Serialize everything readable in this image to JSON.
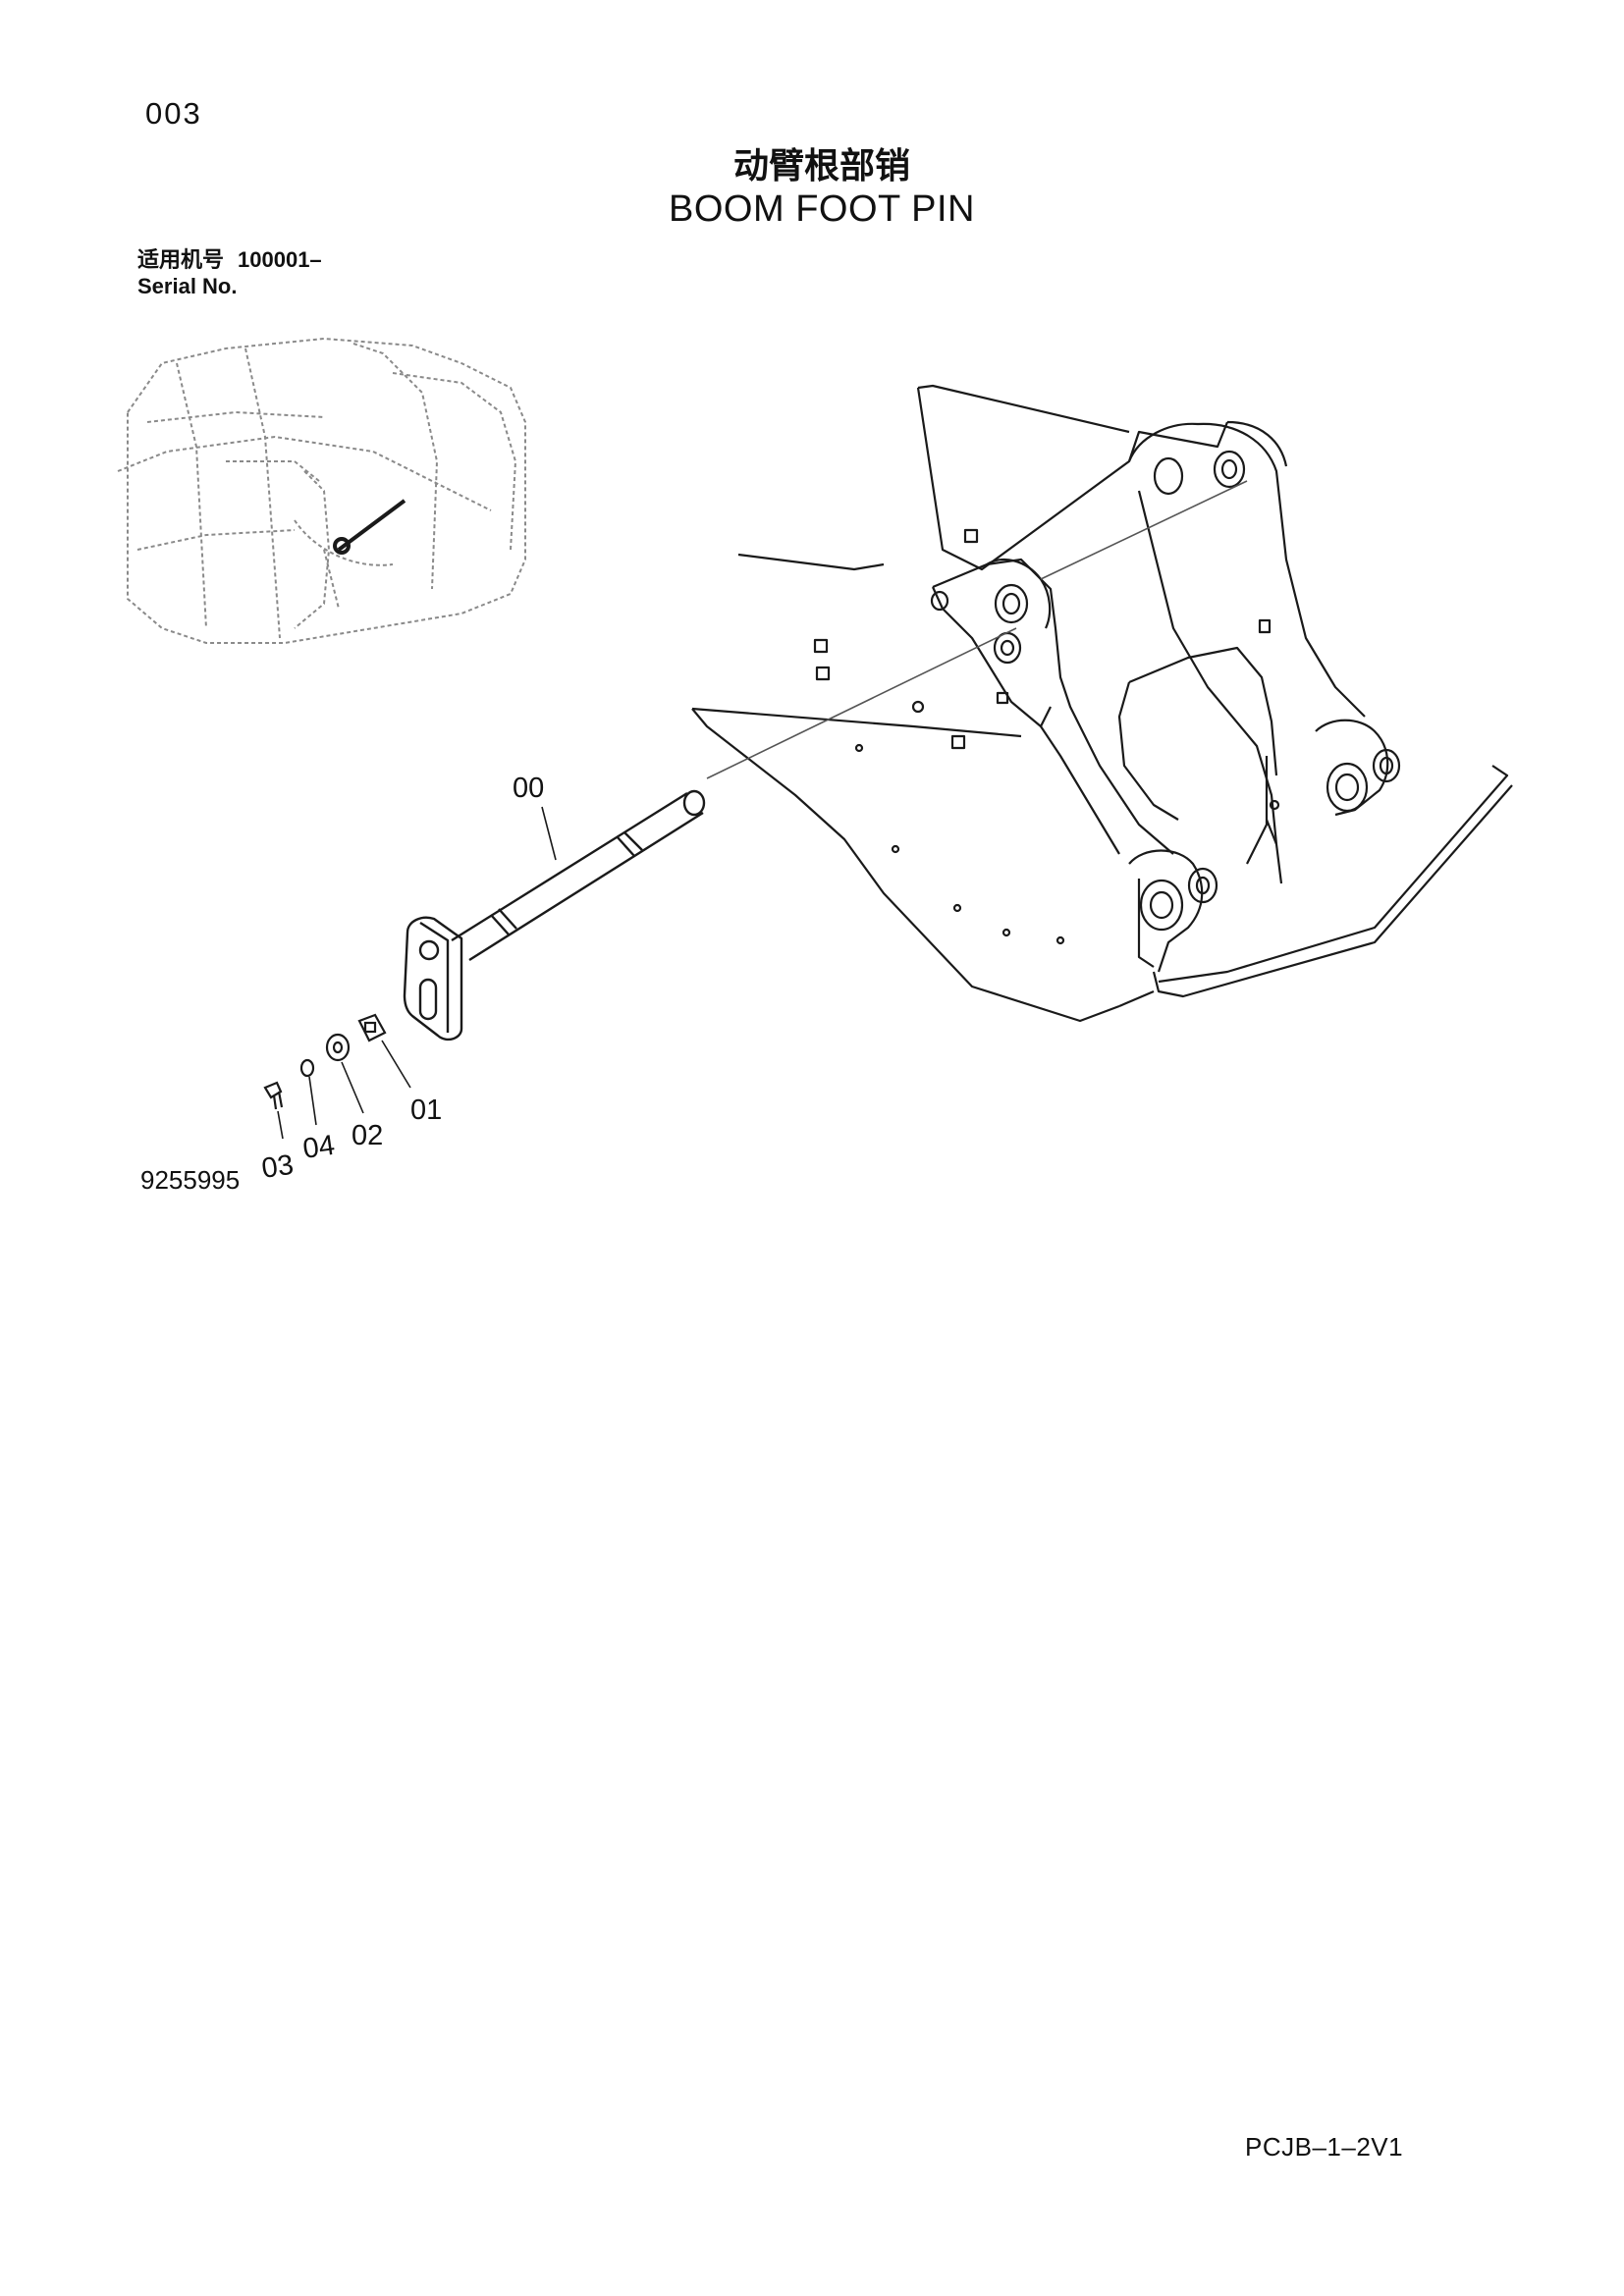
{
  "header": {
    "page_number": "003",
    "title_cn": "动臂根部销",
    "title_en": "BOOM FOOT PIN"
  },
  "serial": {
    "label_cn": "适用机号",
    "range": "100001–",
    "label_en": "Serial No."
  },
  "diagram": {
    "callouts": [
      "00",
      "01",
      "02",
      "03",
      "04"
    ],
    "drawing_number": "9255995",
    "colors": {
      "line": "#1a1a1a",
      "hidden_line": "#777777"
    }
  },
  "footer": {
    "code": "PCJB–1–2V1"
  }
}
